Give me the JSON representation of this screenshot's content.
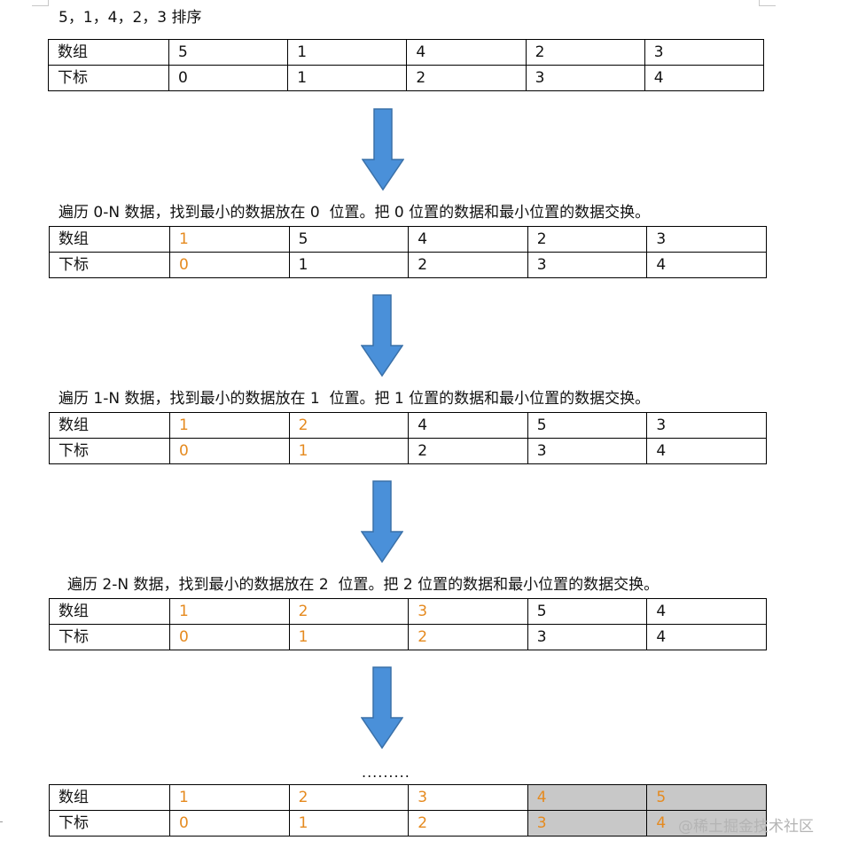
{
  "steps": [
    {
      "caption": "5，1，4，2，3 排序",
      "array_label": "数组",
      "index_label": "下标",
      "values": [
        "5",
        "1",
        "4",
        "2",
        "3"
      ],
      "indices": [
        "0",
        "1",
        "2",
        "3",
        "4"
      ],
      "highlight_count": 0,
      "shaded_count": 0
    },
    {
      "caption": "遍历 0-N 数据，找到最小的数据放在 0  位置。把 0 位置的数据和最小位置的数据交换。",
      "array_label": "数组",
      "index_label": "下标",
      "values": [
        "1",
        "5",
        "4",
        "2",
        "3"
      ],
      "indices": [
        "0",
        "1",
        "2",
        "3",
        "4"
      ],
      "highlight_count": 1,
      "shaded_count": 0
    },
    {
      "caption": "遍历 1-N 数据，找到最小的数据放在 1  位置。把 1 位置的数据和最小位置的数据交换。",
      "array_label": "数组",
      "index_label": "下标",
      "values": [
        "1",
        "2",
        "4",
        "5",
        "3"
      ],
      "indices": [
        "0",
        "1",
        "2",
        "3",
        "4"
      ],
      "highlight_count": 2,
      "shaded_count": 0
    },
    {
      "caption": "遍历 2-N 数据，找到最小的数据放在 2  位置。把 2 位置的数据和最小位置的数据交换。",
      "array_label": "数组",
      "index_label": "下标",
      "values": [
        "1",
        "2",
        "3",
        "5",
        "4"
      ],
      "indices": [
        "0",
        "1",
        "2",
        "3",
        "4"
      ],
      "highlight_count": 3,
      "shaded_count": 0
    },
    {
      "caption": ".........",
      "array_label": "数组",
      "index_label": "下标",
      "values": [
        "1",
        "2",
        "3",
        "4",
        "5"
      ],
      "indices": [
        "0",
        "1",
        "2",
        "3",
        "4"
      ],
      "highlight_count": 5,
      "shaded_count": 2
    }
  ],
  "colors": {
    "highlight": "#e58a1f",
    "shaded_cell": "#c8c8c8",
    "arrow_fill": "#4a90d9",
    "arrow_stroke": "#3a70a8",
    "border": "#000000"
  },
  "watermark": "@稀土掘金技术社区"
}
